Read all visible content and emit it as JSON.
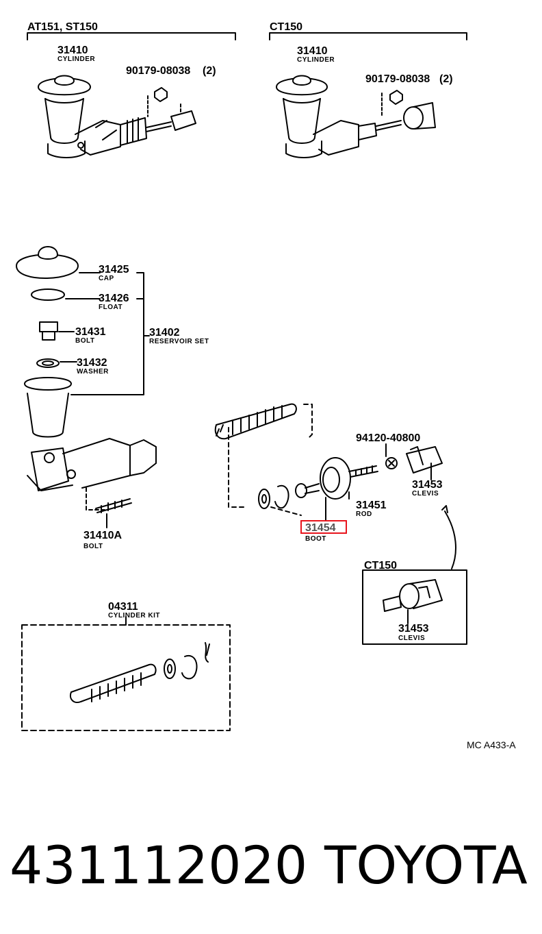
{
  "groups": {
    "at151": "AT151, ST150",
    "ct150_top": "CT150",
    "ct150_inset": "CT150"
  },
  "parts": {
    "cylinder_a": {
      "num": "31410",
      "name": "CYLINDER"
    },
    "cylinder_b": {
      "num": "31410",
      "name": "CYLINDER"
    },
    "nut_a": {
      "num": "90179-08038",
      "qty": "(2)"
    },
    "nut_b": {
      "num": "90179-08038",
      "qty": "(2)"
    },
    "cap": {
      "num": "31425",
      "name": "CAP"
    },
    "float": {
      "num": "31426",
      "name": "FLOAT"
    },
    "bolt": {
      "num": "31431",
      "name": "BOLT"
    },
    "washer": {
      "num": "31432",
      "name": "WASHER"
    },
    "reservoir": {
      "num": "31402",
      "name": "RESERVOIR SET"
    },
    "bolt_a": {
      "num": "31410A",
      "name": "BOLT"
    },
    "nut_c": {
      "num": "94120-40800"
    },
    "clevis": {
      "num": "31453",
      "name": "CLEVIS"
    },
    "rod": {
      "num": "31451",
      "name": "ROD"
    },
    "boot": {
      "num": "31454",
      "name": "BOOT"
    },
    "clevis_ct": {
      "num": "31453",
      "name": "CLEVIS"
    },
    "kit": {
      "num": "04311",
      "name": "CYLINDER KIT"
    }
  },
  "diagram_code": "MC A433-A",
  "footer": {
    "part_number": "431112020",
    "brand": "TOYOTA"
  },
  "colors": {
    "highlight": "#e8141c",
    "ink": "#000000"
  }
}
